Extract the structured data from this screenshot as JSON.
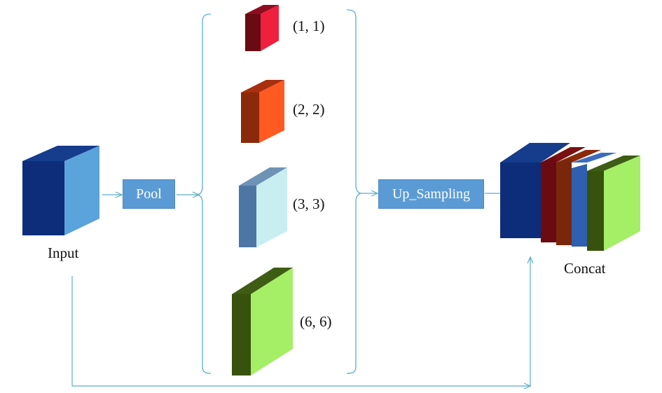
{
  "labels": {
    "input": "Input",
    "concat": "Concat",
    "pool": "Pool",
    "upsampling": "Up_Sampling"
  },
  "bins": [
    {
      "label": "(1, 1)"
    },
    {
      "label": "(2, 2)"
    },
    {
      "label": "(3, 3)"
    },
    {
      "label": "(6, 6)"
    }
  ],
  "colors": {
    "arrow": "#5aaec8",
    "box": "#5b9bd5",
    "input_front": "#0d2d7a",
    "input_side": "#5aa3db",
    "bin1": "#ef1f3e",
    "bin2": "#ff5a22",
    "bin3": "#c9eef2",
    "bin4": "#a4ef66"
  }
}
